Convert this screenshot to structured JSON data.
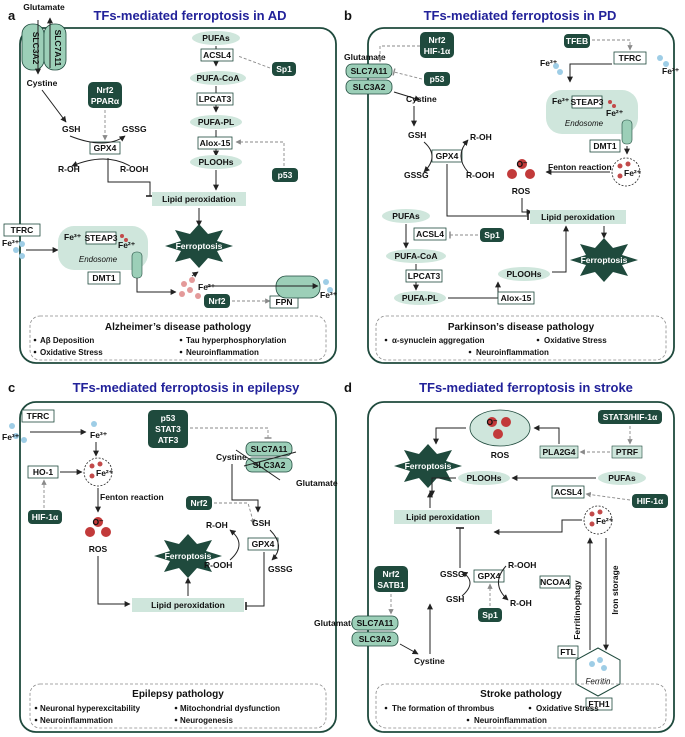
{
  "panels": {
    "a": {
      "letter": "a",
      "title": "TFs-mediated ferroptosis in AD",
      "glutamate": "Glutamate",
      "slc7a11": "SLC7A11",
      "slc3a2": "SLC3A2",
      "cystine": "Cystine",
      "tf_nrf2_ppara": [
        "Nrf2",
        "PPARα"
      ],
      "gsh": "GSH",
      "gssg": "GSSG",
      "gpx4": "GPX4",
      "roh": "R-OH",
      "rooh": "R-OOH",
      "pufas": "PUFAs",
      "acsl4": "ACSL4",
      "sp1": "Sp1",
      "pufa_coa": "PUFA-CoA",
      "lpcat3": "LPCAT3",
      "pufa_pl": "PUFA-PL",
      "alox15": "Alox-15",
      "ploohs": "PLOOHs",
      "p53": "p53",
      "lipid_perox": "Lipid peroxidation",
      "tfrc": "TFRC",
      "fe3": "Fe³⁺",
      "fe2": "Fe²⁺",
      "steap3": "STEAP3",
      "endosome": "Endosome",
      "ferroptosis": "Ferroptosis",
      "dmt1": "DMT1",
      "nrf2": "Nrf2",
      "fpn": "FPN",
      "pathology_title": "Alzheimer’s disease pathology",
      "pathology": [
        "Aβ Deposition",
        "Oxidative Stress",
        "Tau hyperphosphorylation",
        "Neuroinflammation"
      ]
    },
    "b": {
      "letter": "b",
      "title": "TFs-mediated ferroptosis in PD",
      "glutamate": "Glutamate",
      "tf_nrf2_hif": [
        "Nrf2",
        "HIF-1α"
      ],
      "slc7a11": "SLC7A11",
      "slc3a2": "SLC3A2",
      "p53": "p53",
      "cystine": "Cystine",
      "tfeb": "TFEB",
      "tfrc": "TFRC",
      "fe3": "Fe³⁺",
      "fe2": "Fe²⁺",
      "steap3": "STEAP3",
      "endosome": "Endosome",
      "dmt1": "DMT1",
      "gsh": "GSH",
      "gpx4": "GPX4",
      "roh": "R-OH",
      "gssg": "GSSG",
      "rooh": "R-OOH",
      "fenton": "Fenton reaction",
      "ros": "ROS",
      "o_minus": "O⁻",
      "pufas": "PUFAs",
      "acsl4": "ACSL4",
      "sp1": "Sp1",
      "lipid_perox": "Lipid peroxidation",
      "pufa_coa": "PUFA-CoA",
      "lpcat3": "LPCAT3",
      "ploohs": "PLOOHs",
      "ferroptosis": "Ferroptosis",
      "pufa_pl": "PUFA-PL",
      "alox15": "Alox-15",
      "pathology_title": "Parkinson’s disease pathology",
      "pathology": [
        "α-synuclein aggregation",
        "Oxidative Stress",
        "Neuroinflammation"
      ]
    },
    "c": {
      "letter": "c",
      "title": "TFs-mediated ferroptosis in epilepsy",
      "tfrc": "TFRC",
      "fe3": "Fe³⁺",
      "fe2": "Fe²⁺",
      "tf_p53_stat3_atf3": [
        "p53",
        "STAT3",
        "ATF3"
      ],
      "cystine": "Cystine",
      "slc7a11": "SLC7A11",
      "slc3a2": "SLC3A2",
      "glutamate": "Glutamate",
      "ho1": "HO-1",
      "fenton": "Fenton reaction",
      "hif1a": "HIF-1α",
      "nrf2": "Nrf2",
      "roh": "R-OH",
      "gsh": "GSH",
      "gpx4": "GPX4",
      "ros": "ROS",
      "o_minus": "O⁻",
      "ferroptosis": "Ferroptosis",
      "rooh": "R-OOH",
      "gssg": "GSSG",
      "lipid_perox": "Lipid peroxidation",
      "pathology_title": "Epilepsy pathology",
      "pathology": [
        "Neuronal hyperexcitability",
        "Mitochondrial dysfunction",
        "Neuroinflammation",
        "Neurogenesis"
      ]
    },
    "d": {
      "letter": "d",
      "title": "TFs-mediated ferroptosis in stroke",
      "ros": "ROS",
      "o_minus": "O⁻",
      "stat3_hif": "STAT3/HIF-1α",
      "ferroptosis": "Ferroptosis",
      "pla2g4": "PLA2G4",
      "ptrf": "PTRF",
      "ploohs": "PLOOHs",
      "pufas": "PUFAs",
      "acsl4": "ACSL4",
      "hif1a": "HIF-1α",
      "fe2": "Fe²⁺",
      "lipid_perox": "Lipid peroxidation",
      "ncoa4": "NCOA4",
      "ferritinophagy": "Ferritinophagy",
      "iron_storage": "Iron storage",
      "tf_nrf2_satb1": [
        "Nrf2",
        "SATB1"
      ],
      "gssg": "GSSG",
      "gpx4": "GPX4",
      "rooh": "R-OOH",
      "gsh": "GSH",
      "roh": "R-OH",
      "glutamate": "Glutamate",
      "slc7a11": "SLC7A11",
      "slc3a2": "SLC3A2",
      "sp1": "Sp1",
      "ftl": "FTL",
      "ferritin": "Ferritin",
      "cystine": "Cystine",
      "fth1": "FTH1",
      "pathology_title": "Stroke pathology",
      "pathology": [
        "The formation of thrombus",
        "Oxidative Stress",
        "Neuroinflammation"
      ]
    }
  }
}
